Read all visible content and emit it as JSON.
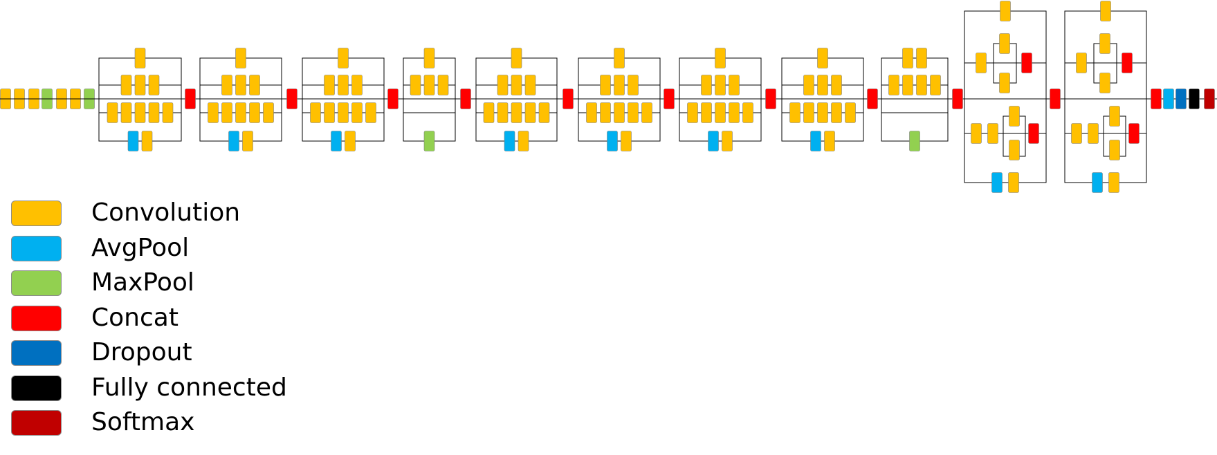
{
  "colors": {
    "convolution": "#FFC000",
    "avgpool": "#00B0F0",
    "maxpool": "#92D050",
    "concat": "#FF0000",
    "dropout": "#0070C0",
    "fully_connected": "#000000",
    "softmax": "#C00000"
  },
  "legend": [
    {
      "key": "convolution",
      "label": "Convolution"
    },
    {
      "key": "avgpool",
      "label": "AvgPool"
    },
    {
      "key": "maxpool",
      "label": "MaxPool"
    },
    {
      "key": "concat",
      "label": "Concat"
    },
    {
      "key": "dropout",
      "label": "Dropout"
    },
    {
      "key": "fully_connected",
      "label": "Fully connected"
    },
    {
      "key": "softmax",
      "label": "Softmax"
    }
  ],
  "architecture": {
    "stem": [
      "convolution",
      "convolution",
      "convolution",
      "maxpool",
      "convolution",
      "convolution",
      "maxpool"
    ],
    "modules": [
      {
        "type": "A",
        "count": 3
      },
      {
        "type": "reduction_A",
        "count": 1
      },
      {
        "type": "B",
        "count": 4
      },
      {
        "type": "reduction_B",
        "count": 1
      },
      {
        "type": "C",
        "count": 2
      }
    ],
    "head": [
      "concat",
      "avgpool",
      "dropout",
      "fully_connected",
      "softmax"
    ]
  }
}
